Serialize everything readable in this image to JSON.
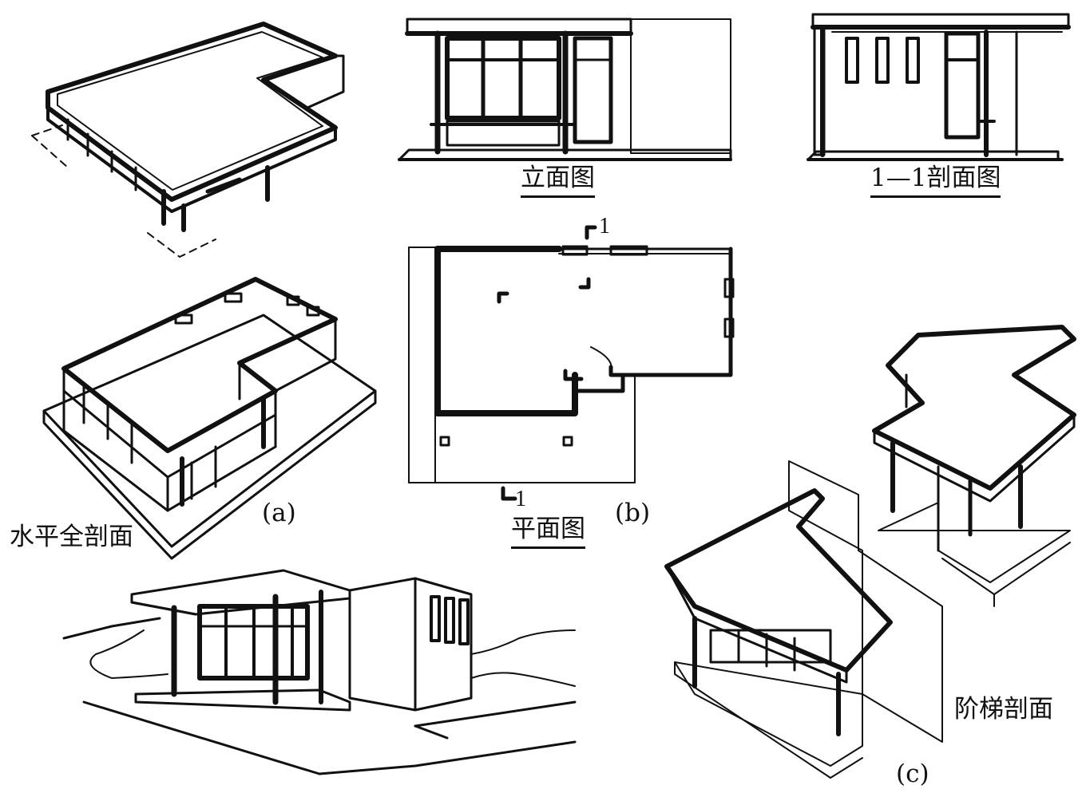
{
  "labels": {
    "elevation": "立面图",
    "section_1_1": "1—1剖面图",
    "plan": "平面图",
    "horizontal_section": "水平全剖面",
    "stepped_section": "阶梯剖面",
    "part_a": "(a)",
    "part_b": "(b)",
    "part_c": "(c)",
    "section_mark_top": "1",
    "section_mark_bottom": "1"
  },
  "colors": {
    "ink": "#111111",
    "paper": "#ffffff"
  }
}
